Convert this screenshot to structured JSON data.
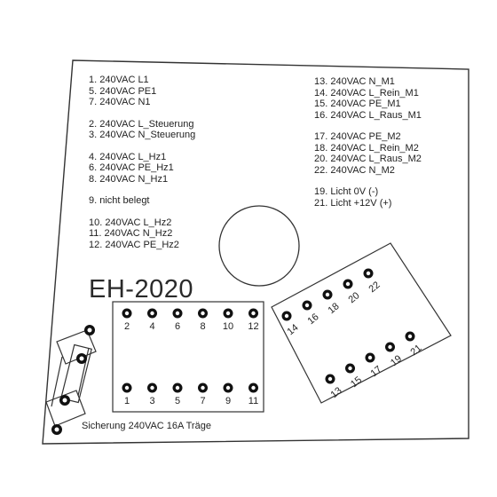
{
  "board_title": "EH-2020",
  "left_legend": [
    "1. 240VAC L1",
    "5. 240VAC PE1",
    "7. 240VAC N1",
    "",
    "2. 240VAC L_Steuerung",
    "3. 240VAC N_Steuerung",
    "",
    "4. 240VAC L_Hz1",
    "6. 240VAC PE_Hz1",
    "8. 240VAC N_Hz1",
    "",
    "9. nicht belegt",
    "",
    "10. 240VAC L_Hz2",
    "11. 240VAC N_Hz2",
    "12. 240VAC PE_Hz2"
  ],
  "right_legend": [
    "13. 240VAC N_M1",
    "14. 240VAC L_Rein_M1",
    "15. 240VAC PE_M1",
    "16. 240VAC L_Raus_M1",
    "",
    "17. 240VAC PE_M2",
    "18. 240VAC L_Rein_M2",
    "20. 240VAC L_Raus_M2",
    "22. 240VAC N_M2",
    "",
    "19. Licht 0V (-)",
    "21. Licht +12V (+)"
  ],
  "left_block": {
    "top_pins": [
      "2",
      "4",
      "6",
      "8",
      "10",
      "12"
    ],
    "bottom_pins": [
      "1",
      "3",
      "5",
      "7",
      "9",
      "11"
    ]
  },
  "right_block": {
    "top_pins": [
      "14",
      "16",
      "18",
      "20",
      "22"
    ],
    "bottom_pins": [
      "13",
      "15",
      "17",
      "19",
      "21"
    ]
  },
  "fuse_label": "Sicherung  240VAC 16A Träge"
}
